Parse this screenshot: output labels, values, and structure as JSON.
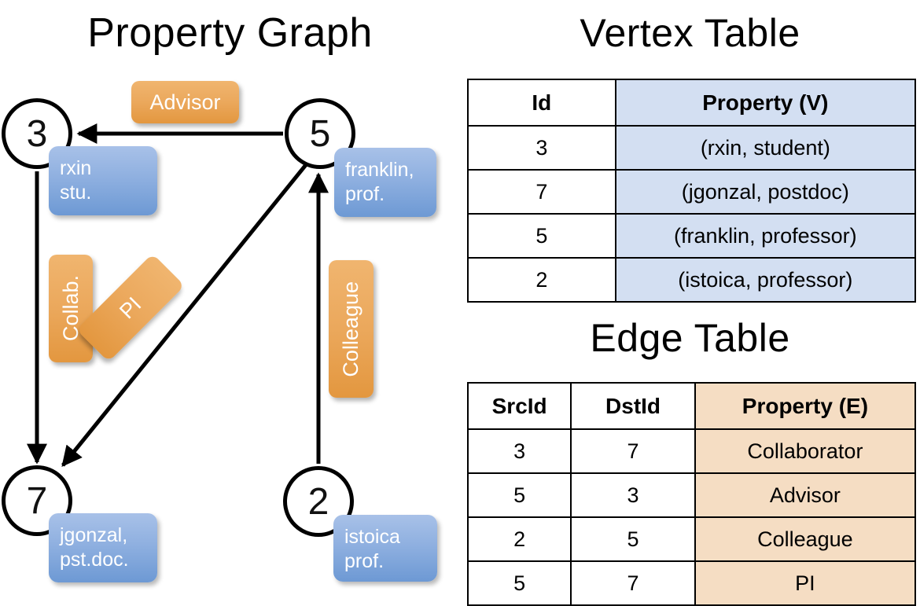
{
  "titles": {
    "property_graph": "Property Graph",
    "vertex_table": "Vertex Table",
    "edge_table": "Edge Table"
  },
  "colors": {
    "vertex_property_fill": "#d3dff2",
    "edge_property_fill": "#f5ddc3",
    "node_box_blue": "#8fb0e0",
    "edge_label_orange": "#eba85c",
    "stroke": "#000000"
  },
  "graph": {
    "nodes": [
      {
        "id": "3",
        "property_label": "rxin\nstu.",
        "property_line1": "rxin",
        "property_line2": "stu."
      },
      {
        "id": "5",
        "property_label": "franklin,\nprof.",
        "property_line1": "franklin,",
        "property_line2": "prof."
      },
      {
        "id": "7",
        "property_label": "jgonzal,\npst.doc.",
        "property_line1": "jgonzal,",
        "property_line2": "pst.doc."
      },
      {
        "id": "2",
        "property_label": "istoica\nprof.",
        "property_line1": "istoica",
        "property_line2": "prof."
      }
    ],
    "edge_labels": {
      "advisor": "Advisor",
      "collab": "Collab.",
      "pi": "PI",
      "colleague": "Colleague"
    },
    "edges": [
      {
        "from": "5",
        "to": "3",
        "label": "Advisor"
      },
      {
        "from": "3",
        "to": "7",
        "label": "Collab."
      },
      {
        "from": "5",
        "to": "7",
        "label": "PI"
      },
      {
        "from": "2",
        "to": "5",
        "label": "Colleague"
      }
    ]
  },
  "vertex_table": {
    "headers": [
      "Id",
      "Property (V)"
    ],
    "rows": [
      {
        "id": "3",
        "property": "(rxin, student)"
      },
      {
        "id": "7",
        "property": "(jgonzal, postdoc)"
      },
      {
        "id": "5",
        "property": "(franklin, professor)"
      },
      {
        "id": "2",
        "property": "(istoica, professor)"
      }
    ]
  },
  "edge_table": {
    "headers": [
      "SrcId",
      "DstId",
      "Property (E)"
    ],
    "rows": [
      {
        "src": "3",
        "dst": "7",
        "property": "Collaborator"
      },
      {
        "src": "5",
        "dst": "3",
        "property": "Advisor"
      },
      {
        "src": "2",
        "dst": "5",
        "property": "Colleague"
      },
      {
        "src": "5",
        "dst": "7",
        "property": "PI"
      }
    ]
  }
}
